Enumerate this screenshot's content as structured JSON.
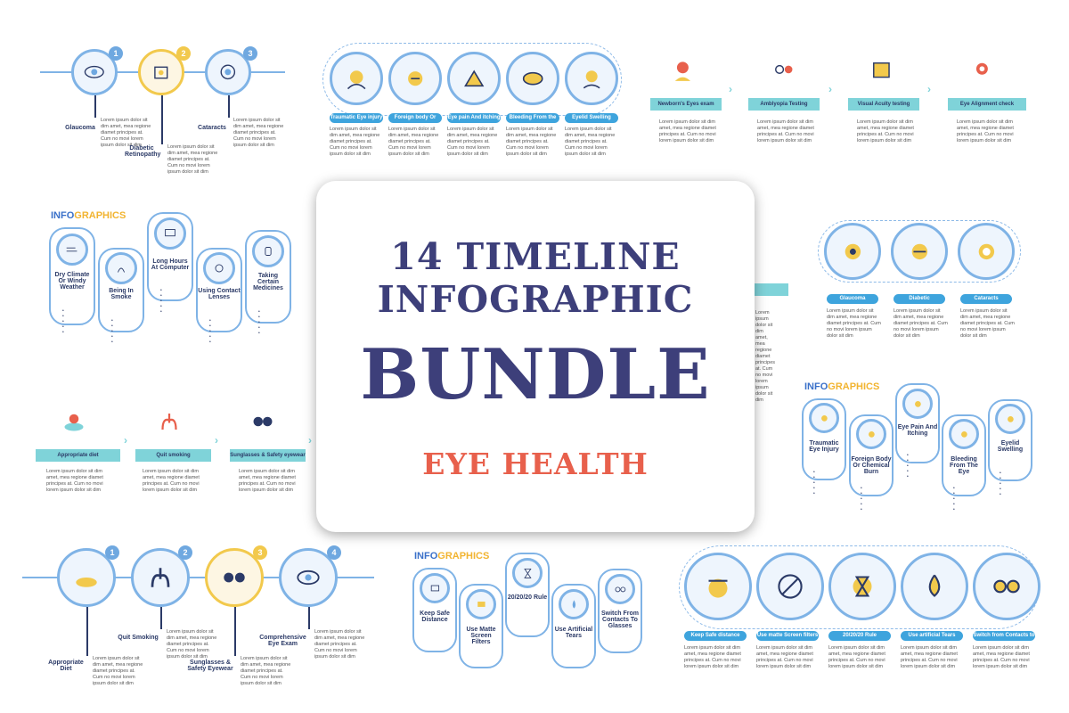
{
  "card": {
    "line1": "14 TIMELINE",
    "line2": "INFOGRAPHIC",
    "line3": "BUNDLE",
    "line4": "EYE HEALTH"
  },
  "lorem": "Lorem ipsum dolor sit dim amet, mea regione diamet principes at. Cum no movi lorem ipsum dolor sit dim",
  "infographics": {
    "prefix": "INFO",
    "suffix": "GRAPHICS"
  },
  "p1": {
    "numbers": [
      "1",
      "2",
      "3"
    ],
    "labels": [
      "Glaucoma",
      "Diabetic Retinopathy",
      "Cataracts"
    ]
  },
  "p2": {
    "labels": [
      "Traumatic Eye injury",
      "Foreign body Or chemical burn",
      "Eye pain And itching",
      "Bleeding From the eye",
      "Eyelid Swelling"
    ]
  },
  "p3": {
    "labels": [
      "Newborn's Eyes exam",
      "Amblyopia Testing",
      "Visual Acuity testing",
      "Eye Alignment check"
    ]
  },
  "p4": {
    "labels": [
      "Dry Climate Or Windy Weather",
      "Being In Smoke",
      "Long Hours At Computer",
      "Using Contact Lenses",
      "Taking Certain Medicines"
    ]
  },
  "p5": {
    "labels": [
      "Glaucoma",
      "Diabetic Retinopathy",
      "Cataracts"
    ]
  },
  "p6": {
    "labels": [
      "Appropriate diet",
      "Quit smoking",
      "Sunglasses & Safety eyewear"
    ]
  },
  "p7": {
    "labels": [
      "Traumatic Eye Injury",
      "Foreign Body Or Chemical Burn",
      "Eye Pain And Itching",
      "Bleeding From The Eye",
      "Eyelid Swelling"
    ]
  },
  "p8": {
    "numbers": [
      "1",
      "2",
      "3",
      "4"
    ],
    "labels": [
      "Appropriate Diet",
      "Quit Smoking",
      "Sunglasses & Safety Eyewear",
      "Comprehensive Eye Exam"
    ]
  },
  "p9": {
    "labels": [
      "Keep Safe Distance",
      "Use Matte Screen Filters",
      "20/20/20 Rule",
      "Use Artificial Tears",
      "Switch From Contacts To Glasses"
    ]
  },
  "p10": {
    "labels": [
      "Keep Safe distance",
      "Use matte Screen filters",
      "20/20/20 Rule",
      "Use artificial Tears",
      "Switch from Contacts to glasses"
    ]
  },
  "stars": "• • • • •",
  "colors": {
    "title": "#3d3f7a",
    "accent": "#e8604c",
    "blue": "#7fb3e6",
    "yellow": "#f2c94c",
    "teal": "#7fd3d9"
  }
}
